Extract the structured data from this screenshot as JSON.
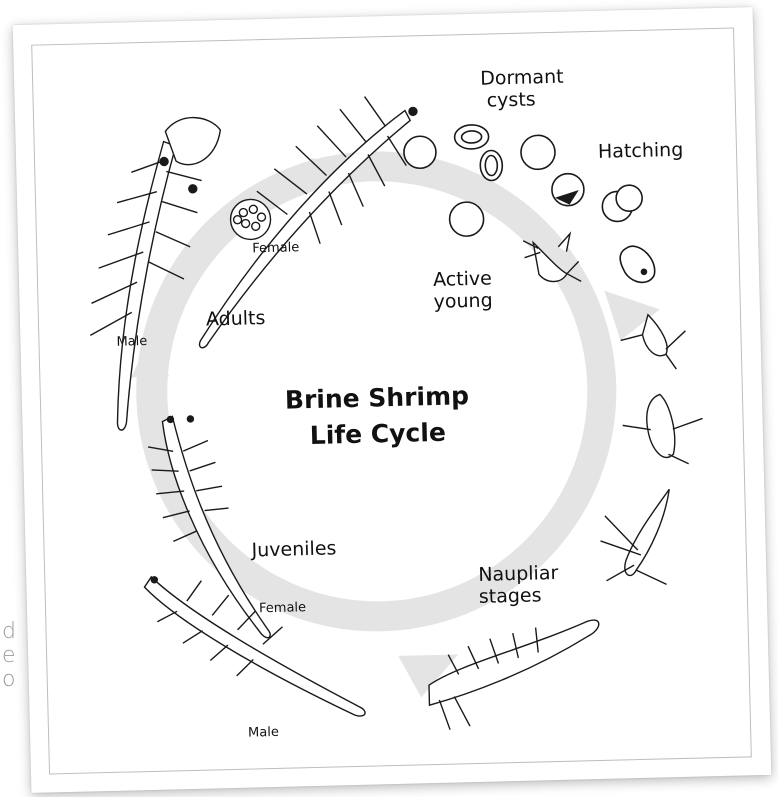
{
  "title_lines": [
    "Brine Shrimp",
    "Life Cycle"
  ],
  "stages": {
    "dormant_cysts": [
      "Dormant",
      "cysts"
    ],
    "hatching": "Hatching",
    "active_young": [
      "Active",
      "young"
    ],
    "naupliar_stages": [
      "Naupliar",
      "stages"
    ],
    "juveniles": "Juveniles",
    "adults": "Adults"
  },
  "sex_labels": {
    "adult_female": "Female",
    "adult_male": "Male",
    "juvenile_female": "Female",
    "juvenile_male": "Male"
  },
  "side_fragments": [
    "d",
    "e",
    "o"
  ],
  "colors": {
    "arrow": "#e4e4e4",
    "ink": "#1a1a1a",
    "frame": "#bdbdbd"
  }
}
